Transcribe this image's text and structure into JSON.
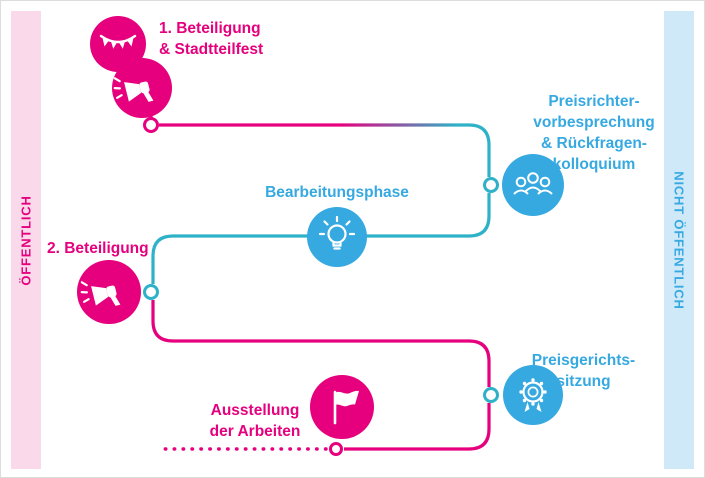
{
  "colors": {
    "pink": "#e6007e",
    "blue": "#36a9e1",
    "teal": "#2fb1c8",
    "band_left_bg": "#f9d9ea",
    "band_right_bg": "#cfe9f8"
  },
  "bands": {
    "left": {
      "label": "ÖFFENTLICH"
    },
    "right": {
      "label": "NICHT ÖFFENTLICH"
    }
  },
  "steps": {
    "beteiligung1": {
      "line1": "1. Beteiligung",
      "line2": "& Stadtteilfest",
      "icons": [
        "bunting-flags",
        "megaphone"
      ]
    },
    "preisrichter": {
      "line1": "Preisrichter-",
      "line2": "vorbesprechung",
      "line3": "& Rückfragen-",
      "line4": "kolloquium",
      "icon": "people-group"
    },
    "bearbeitungsphase": {
      "line1": "Bearbeitungsphase",
      "icon": "lightbulb"
    },
    "beteiligung2": {
      "line1": "2. Beteiligung",
      "icon": "megaphone"
    },
    "preisgericht": {
      "line1": "Preisgerichts-",
      "line2": "sitzung",
      "icon": "award-rosette"
    },
    "ausstellung": {
      "line1": "Ausstellung",
      "line2": "der Arbeiten",
      "icon": "flag"
    }
  }
}
